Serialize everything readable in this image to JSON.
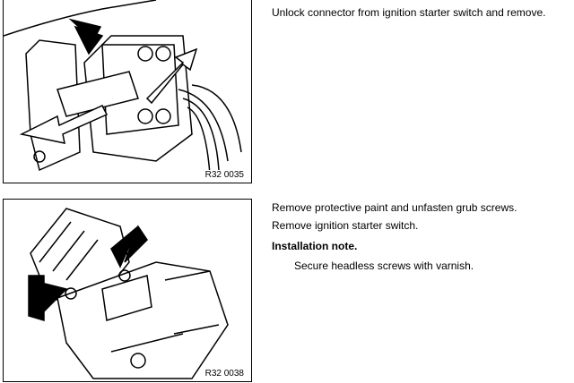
{
  "step1": {
    "text": "Unlock connector from ignition starter switch and remove.",
    "figure_code": "R32 0035"
  },
  "step2": {
    "lines": [
      "Remove protective paint and unfasten grub screws.",
      "Remove ignition starter switch."
    ],
    "note_heading": "Installation note.",
    "note_text": "Secure headless screws with varnish.",
    "figure_code": "R32 0038"
  }
}
